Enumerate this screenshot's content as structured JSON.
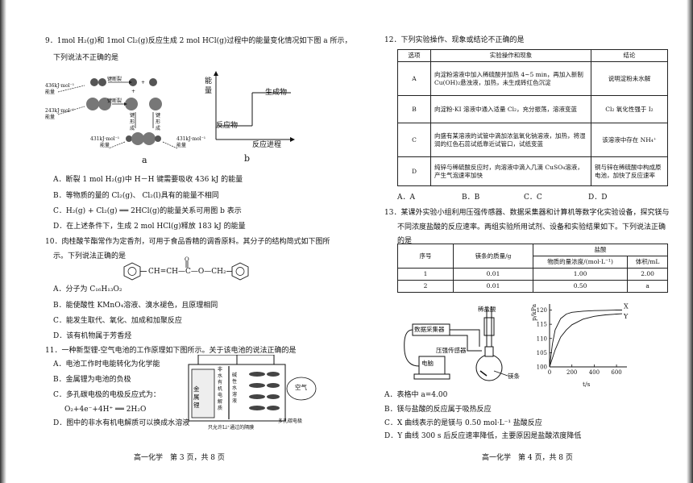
{
  "left": {
    "q9": {
      "stem": "9．1mol H₂(g)和 1mol Cl₂(g)反应生成 2 mol HCl(g)过程中的能量变化情况如下图 a 所示，",
      "stem2": "下列说法不正确的是",
      "fig_a": {
        "e436": "436kJ·mol⁻¹",
        "e436b": "能量",
        "e243": "243kJ·mol⁻¹",
        "e243b": "能量",
        "bond_break1": "键断裂",
        "bond_break2": "键断裂",
        "bond_form_left": "键形成",
        "bond_form_right": "键形成",
        "e431l": "431kJ·mol⁻¹",
        "e431lb": "能量",
        "e431r": "431kJ·mol⁻¹",
        "e431rb": "能量",
        "caption": "a"
      },
      "fig_b": {
        "yaxis": "能量",
        "ylabel2": "量",
        "product": "生成物",
        "reactant": "反应物",
        "xaxis": "反应进程",
        "caption": "b"
      },
      "options": [
        "A．断裂 1 mol H₂(g)中 H－H 键需要吸收 436 kJ 的能量",
        "B．等物质的量的 Cl₂(g)、 Cl₂(l)具有的能量不相同",
        "C．H₂(g) + Cl₂(g) ══ 2HCl(g)的能量关系可用图 b 表示",
        "D．在上述条件下，生成 2 mol HCl(g)释放 183 kJ 的能量"
      ]
    },
    "q10": {
      "stem": "10．肉桂酸苄酯常作为定香剂，可用于食品香精的调香原料。其分子的结构简式如下图所",
      "stem2": "示。下列说法正确的是",
      "structure": "CH=CH—C—O—CH₂",
      "carbonyl": "O",
      "options": [
        "A．分子为 C₁₆H₁₃O₂",
        "B．能使酸性 KMnO₄溶液、溴水褪色，且原理相同",
        "C．能发生取代、氧化、加成和加聚反应",
        "D．该有机物属于芳香烃"
      ]
    },
    "q11": {
      "stem": "11．一种新型锂-空气电池的工作原理如下图所示。关于该电池的说法正确的是",
      "options": [
        "A．电池工作时电能转化为化学能",
        "B．金属锂为电池的负极",
        "C．多孔碳电极的电极反应式为：",
        "O₂+4e⁻+4H⁺ ══ 2H₂O",
        "D．图中的非水有机电解质可以换成水溶液"
      ],
      "fig": {
        "metal_li": "金属锂",
        "organic": "非水有机电解质",
        "alkaline": "碱性水溶液",
        "air": "空气",
        "membrane": "只允许Li⁺通过的隔膜",
        "carbon": "多孔碳电极"
      }
    },
    "footer": "高一化学　第 3 页，共 8 页"
  },
  "right": {
    "q12": {
      "stem": "12．下列实验操作、现象或结论不正确的是",
      "headers": [
        "选项",
        "实验操作和现象",
        "结论"
      ],
      "rows": [
        [
          "A",
          "向淀粉溶液中加入稀硫酸并加热 4~5 min，再加入新制 Cu(OH)₂悬浊液，加热，未生成砖红色沉淀",
          "说明淀粉未水解"
        ],
        [
          "B",
          "向淀粉-KI 溶液中通入适量 Cl₂，充分振荡，溶液变蓝",
          "Cl₂ 氧化性强于 I₂"
        ],
        [
          "C",
          "向盛有某溶液的试管中滴加浓氢氧化钠溶液，加热，将湿润的红色石蕊试纸靠近试管口，试纸变蓝",
          "该溶液中存在 NH₄⁺"
        ],
        [
          "D",
          "纯锌与稀硫酸反应时，向溶液中滴入几滴 CuSO₄溶液，产生气泡速率加快",
          "铜与锌在稀硫酸中构成原电池，加快了反应速率"
        ]
      ],
      "options": [
        "A．A",
        "B．B",
        "C．C",
        "D．D"
      ]
    },
    "q13": {
      "stem": "13．某课外实验小组利用压强传感器、数据采集器和计算机等数字化实验设备，探究镁与",
      "stem2": "不同浓度盐酸的反应速率。两组实验所用试剂、设备和实验结果如下。下列说法正确",
      "stem3": "的是",
      "table": {
        "h_no": "序号",
        "h_mass": "镁条的质量/g",
        "h_acid": "盐酸",
        "h_conc": "物质的量浓度/(mol·L⁻¹)",
        "h_vol": "体积/mL",
        "rows": [
          [
            "1",
            "0.01",
            "1.00",
            "2.00"
          ],
          [
            "2",
            "0.01",
            "0.50",
            "a"
          ]
        ]
      },
      "apparatus": {
        "acid": "稀盐酸",
        "collector": "数据采集器",
        "sensor": "压强传感器",
        "computer": "电脑",
        "mg": "镁条"
      },
      "options": [
        "A．表格中 a=4.00",
        "B．镁与盐酸的反应属于吸热反应",
        "C．X 曲线表示的是镁与 0.50 mol·L⁻¹ 盐酸反应",
        "D．Y 曲线 300 s 后反应速率降低，主要原因是盐酸浓度降低"
      ]
    },
    "footer": "高一化学　第 4 页，共 8 页"
  },
  "chart_data": {
    "type": "line",
    "xlabel": "t/s",
    "ylabel": "p/kPa",
    "xticks": [
      "0",
      "200",
      "400",
      "600"
    ],
    "yticks": [
      "100",
      "105",
      "110",
      "115",
      "120"
    ],
    "xlim": [
      0,
      650
    ],
    "ylim": [
      100,
      121
    ],
    "series": [
      {
        "name": "X",
        "x": [
          0,
          25,
          50,
          100,
          150,
          200,
          300,
          400,
          500,
          600,
          650
        ],
        "y": [
          100,
          108,
          113,
          117,
          118.6,
          119.2,
          119.6,
          119.8,
          119.9,
          120,
          120
        ]
      },
      {
        "name": "Y",
        "x": [
          0,
          50,
          100,
          150,
          200,
          300,
          400,
          500,
          600,
          650
        ],
        "y": [
          100,
          106,
          110.5,
          113,
          114.8,
          116.8,
          117.8,
          118.3,
          118.6,
          118.7
        ]
      }
    ]
  }
}
